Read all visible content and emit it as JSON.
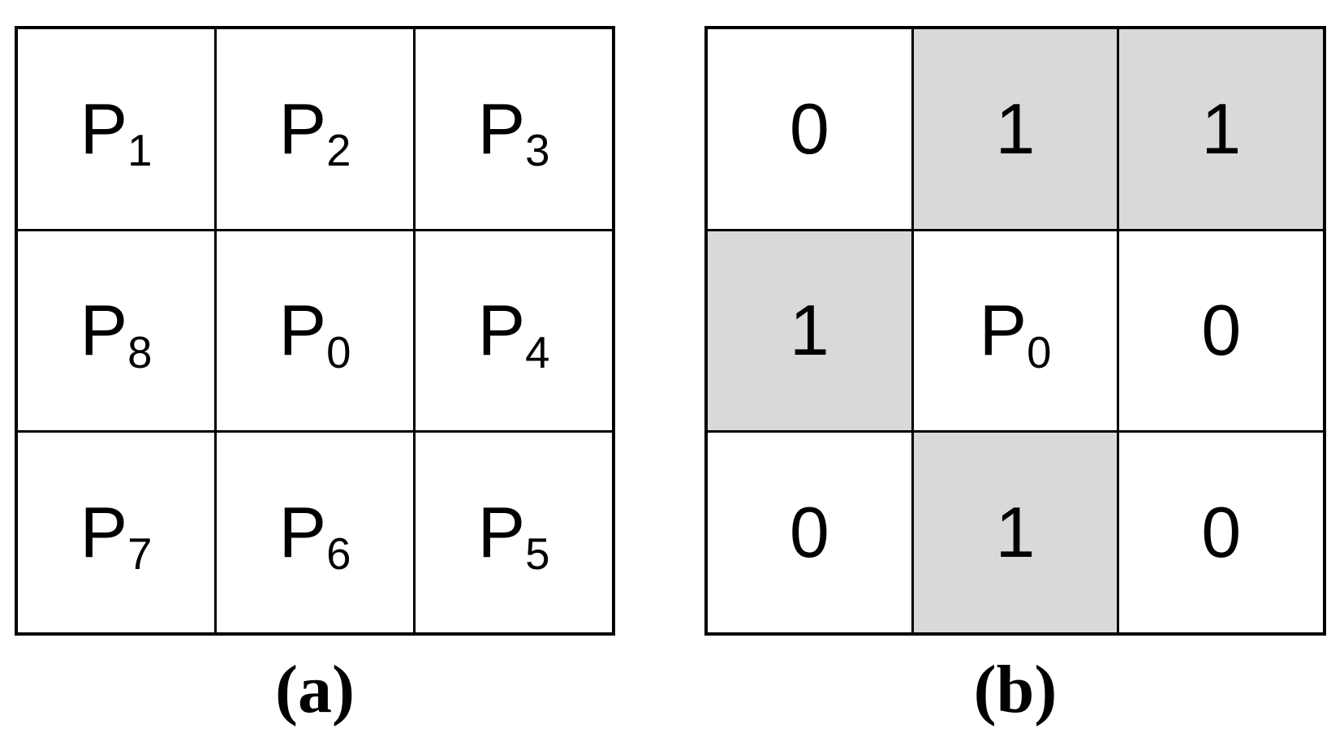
{
  "colors": {
    "background": "#ffffff",
    "line": "#000000",
    "text": "#000000",
    "shaded_fill": "#d9d9d9"
  },
  "panels": {
    "a": {
      "caption": "(a)",
      "description": "3x3 pixel neighborhood labels",
      "cells": [
        {
          "base": "P",
          "sub": "1",
          "shaded": false
        },
        {
          "base": "P",
          "sub": "2",
          "shaded": false
        },
        {
          "base": "P",
          "sub": "3",
          "shaded": false
        },
        {
          "base": "P",
          "sub": "8",
          "shaded": false
        },
        {
          "base": "P",
          "sub": "0",
          "shaded": false
        },
        {
          "base": "P",
          "sub": "4",
          "shaded": false
        },
        {
          "base": "P",
          "sub": "7",
          "shaded": false
        },
        {
          "base": "P",
          "sub": "6",
          "shaded": false
        },
        {
          "base": "P",
          "sub": "5",
          "shaded": false
        }
      ]
    },
    "b": {
      "caption": "(b)",
      "description": "3x3 binary values around center pixel",
      "cells": [
        {
          "base": "0",
          "sub": "",
          "shaded": false
        },
        {
          "base": "1",
          "sub": "",
          "shaded": true
        },
        {
          "base": "1",
          "sub": "",
          "shaded": true
        },
        {
          "base": "1",
          "sub": "",
          "shaded": true
        },
        {
          "base": "P",
          "sub": "0",
          "shaded": false
        },
        {
          "base": "0",
          "sub": "",
          "shaded": false
        },
        {
          "base": "0",
          "sub": "",
          "shaded": false
        },
        {
          "base": "1",
          "sub": "",
          "shaded": true
        },
        {
          "base": "0",
          "sub": "",
          "shaded": false
        }
      ]
    }
  }
}
